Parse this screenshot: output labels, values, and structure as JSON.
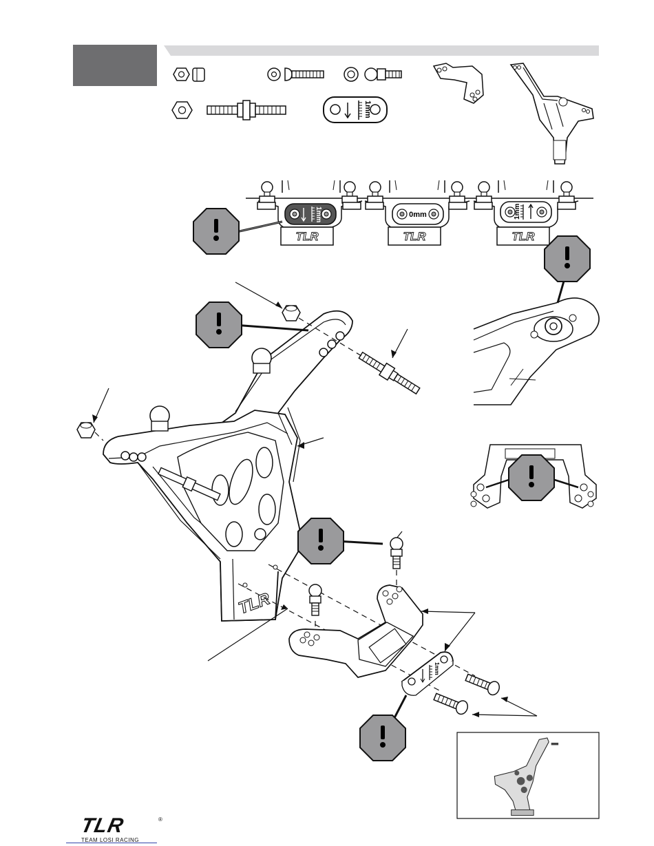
{
  "header": {
    "step_tab_color": "#6e6e70",
    "bar_color": "#d9d9db"
  },
  "parts_row": {
    "items": [
      "locknut-icon",
      "spacer-icon",
      "washer-icon",
      "button-head-screw-icon",
      "washer-icon",
      "ball-stud-icon",
      "shock-mount-icon",
      "shock-tower-icon",
      "nut-icon",
      "turnbuckle-icon",
      "offset-insert-icon"
    ],
    "insert_label": "1mm"
  },
  "adjust_strip": {
    "labels": [
      "1mm",
      "0mm",
      "1mm"
    ],
    "logo": "TLR"
  },
  "main": {
    "tower_logo": "TLR",
    "insert_label": "1mm"
  },
  "footer": {
    "logo_main": "TLR",
    "logo_sub": "TEAM LOSI RACING",
    "registered": "®"
  },
  "colors": {
    "caution": "#9a9a9c",
    "line": "#111111"
  }
}
